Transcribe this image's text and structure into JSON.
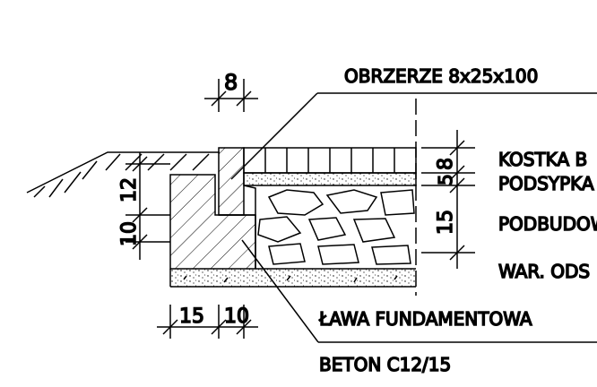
{
  "labels": {
    "obrzeze": "OBRZERZE 8x25x100",
    "kostka": "KOSTKA B",
    "podsypka": "PODSYPKA",
    "podbudowa": "PODBUDOW",
    "war_ods": "WAR. ODS",
    "lawa": "ŁAWA FUNDAMENTOWA",
    "beton": "BETON C12/15"
  },
  "dimensions": {
    "curb_width": "8",
    "kostka_thickness": "8",
    "podsypka_thickness": "5",
    "podbudowa_thickness": "15",
    "left_upper": "12",
    "left_lower": "10",
    "bottom_left": "15",
    "bottom_right": "10"
  },
  "colors": {
    "ink": "#000000",
    "background": "#ffffff"
  }
}
